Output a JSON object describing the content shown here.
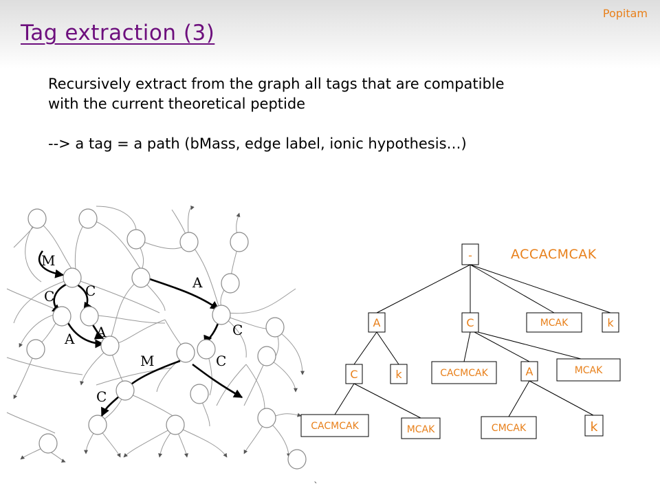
{
  "brand": "Popitam",
  "title": "Tag extraction (3)",
  "body": {
    "line1": "Recursively extract from the graph all tags that are compatible",
    "line2": "with the current theoretical peptide",
    "line3": "--> a tag = a path (bMass, edge label, ionic hypothesis…)"
  },
  "graph": {
    "edge_labels": {
      "m": "M",
      "c1": "C",
      "c2": "C",
      "a1": "A",
      "a2": "A",
      "a3": "A",
      "c3": "C",
      "m2": "M",
      "c4": "C",
      "c5": "C"
    }
  },
  "tree": {
    "sequence": "ACCACMCAK",
    "root": "-",
    "level1": {
      "a": "A",
      "c": "C",
      "mcak": "MCAK",
      "k": "k"
    },
    "level2": {
      "c": "C",
      "k": "k",
      "cacmcak": "CACMCAK",
      "a": "A",
      "mcak": "MCAK"
    },
    "level3": {
      "cacmcak": "CACMCAK",
      "mcak": "MCAK",
      "cmcak": "CMCAK",
      "k": "k"
    }
  },
  "footer_mark": "`"
}
